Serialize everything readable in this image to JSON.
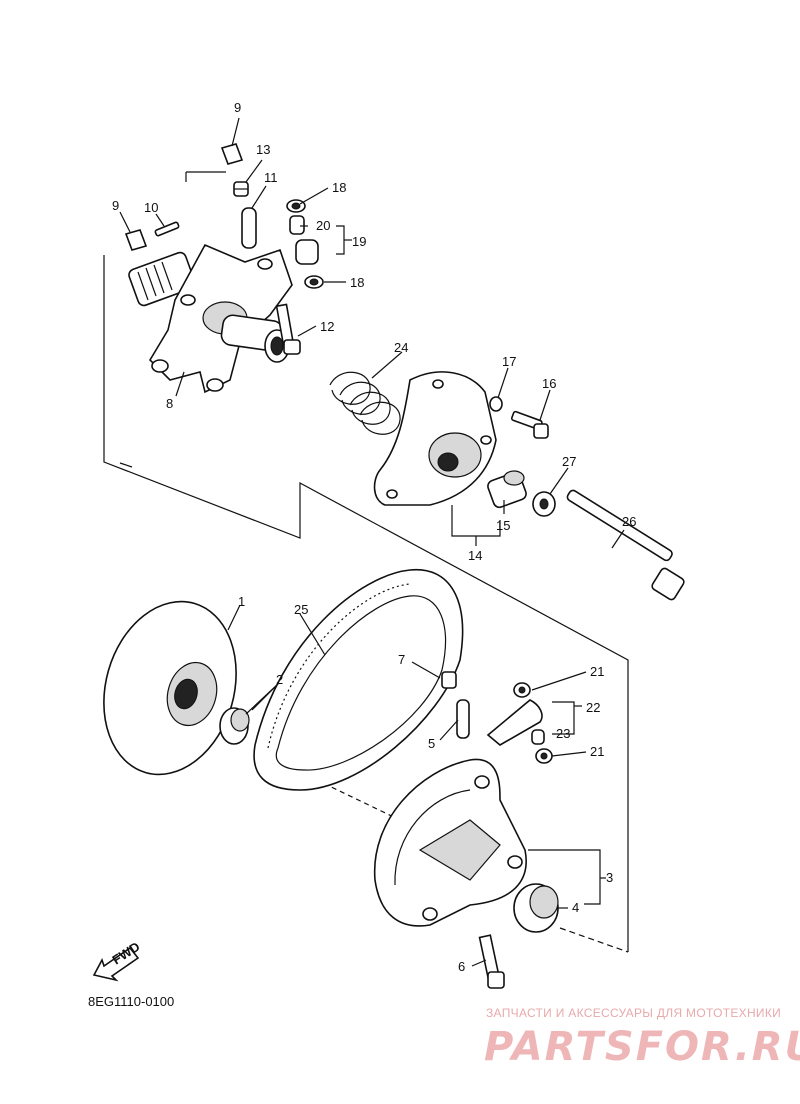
{
  "diagram": {
    "callouts": {
      "c1": "1",
      "c2": "2",
      "c3": "3",
      "c4": "4",
      "c5": "5",
      "c6": "6",
      "c7": "7",
      "c8": "8",
      "c9a": "9",
      "c9b": "9",
      "c10": "10",
      "c11": "11",
      "c12": "12",
      "c13": "13",
      "c14": "14",
      "c15": "15",
      "c16": "16",
      "c17": "17",
      "c18a": "18",
      "c18b": "18",
      "c19": "19",
      "c20": "20",
      "c21a": "21",
      "c21b": "21",
      "c22": "22",
      "c23": "23",
      "c24": "24",
      "c25": "25",
      "c26": "26",
      "c27": "27"
    },
    "fwd_label": "FWD",
    "diagram_code": "8EG1110-0100"
  },
  "watermark": {
    "caption": "ЗАПЧАСТИ И АКСЕССУАРЫ ДЛЯ МОТОТЕХНИКИ",
    "brand": "PARTSFOR.RU",
    "color": "#efb6b8"
  }
}
